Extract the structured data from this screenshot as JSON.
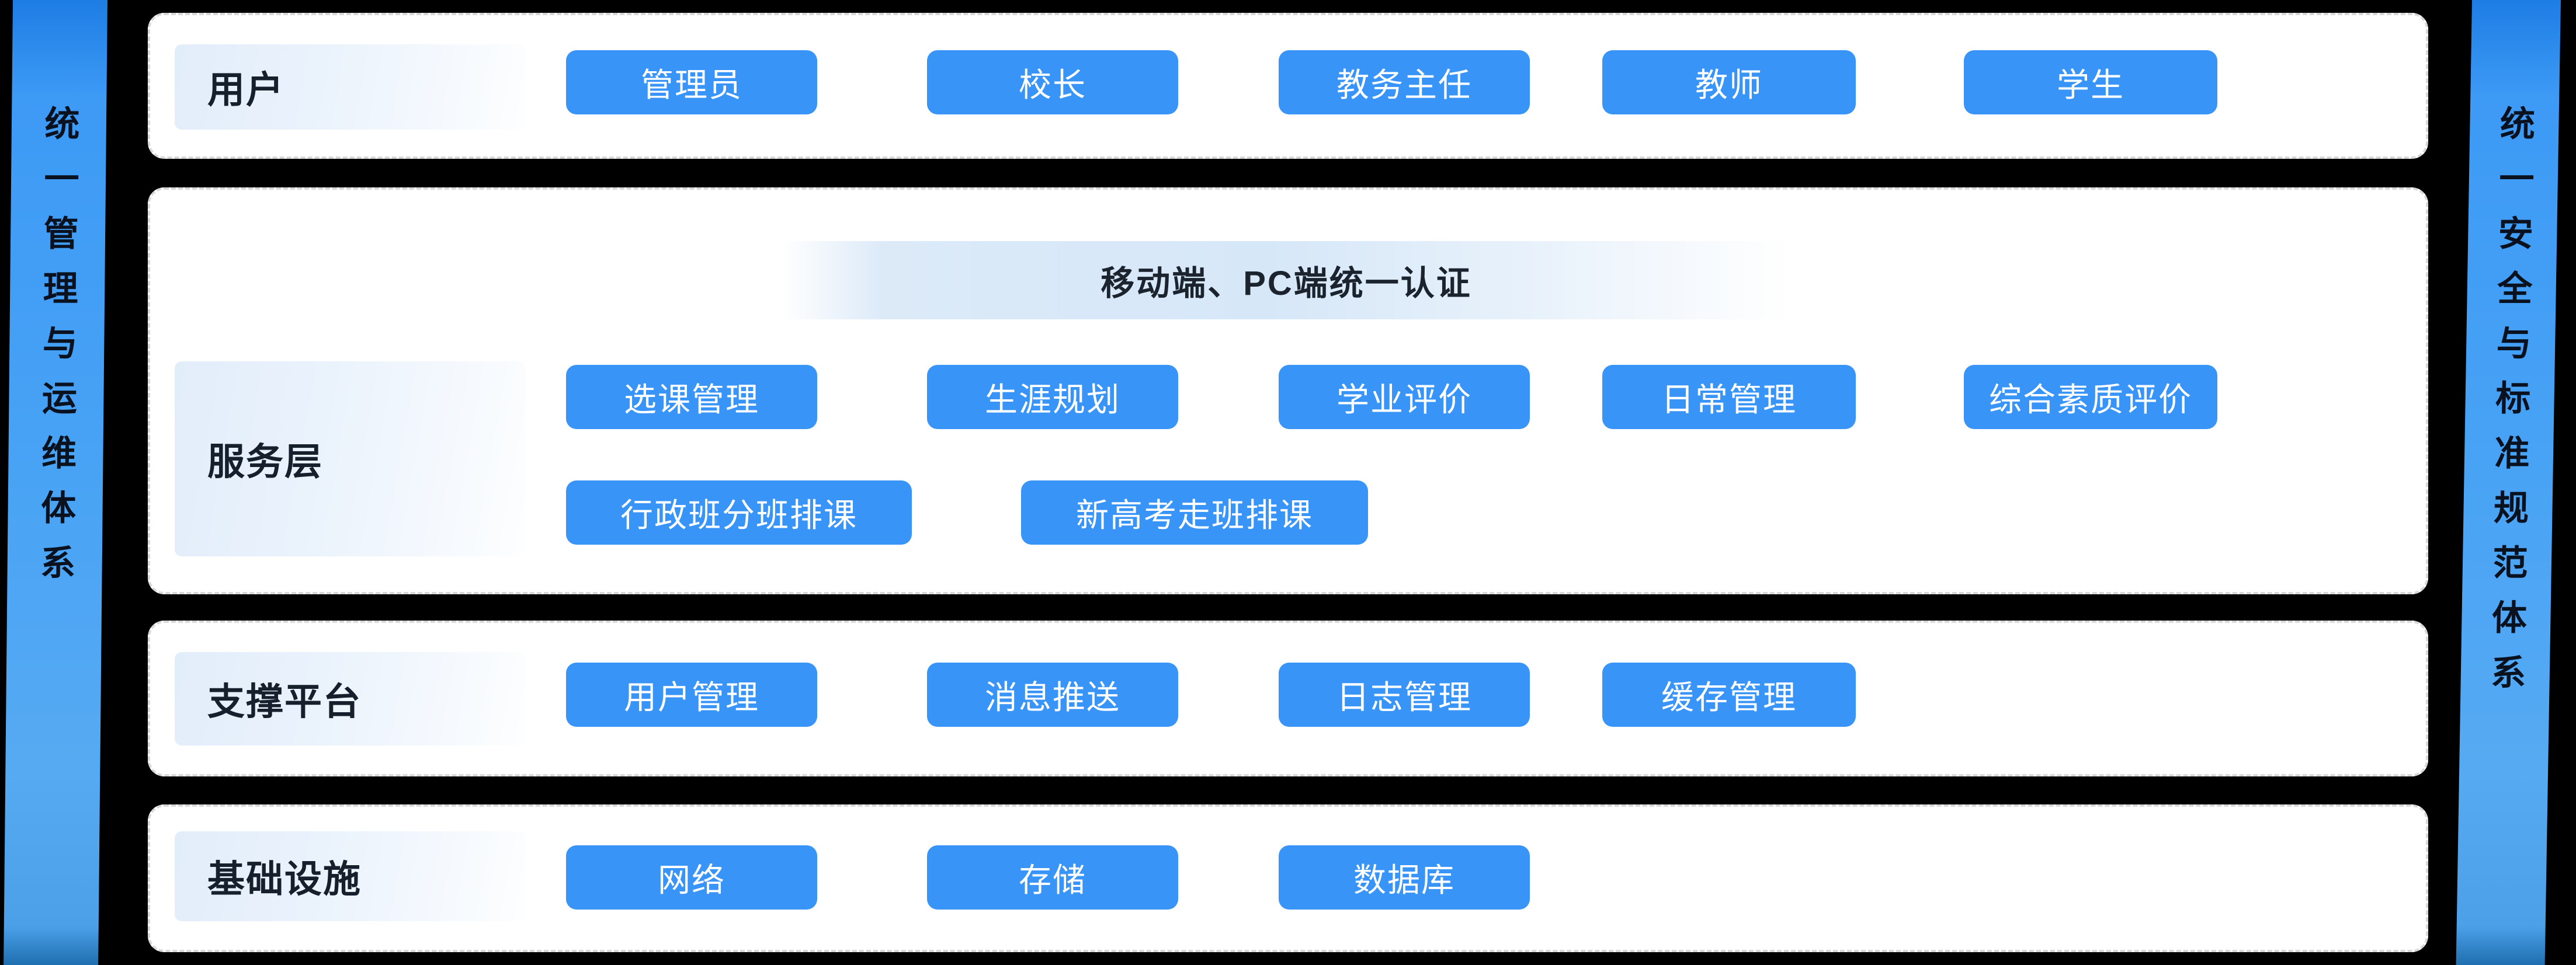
{
  "diagram": {
    "background": "#000000",
    "colors": {
      "button_blue": "#3894F7",
      "button_text": "#FFFFFF",
      "label_box_tint": "#E3EEFB",
      "ribbon_blue_top": "#1E7DE4",
      "ribbon_blue_bottom": "#56AAF2",
      "ribbon_text": "#0A1220"
    },
    "left_ribbon": {
      "text": "统一管理与运维体系"
    },
    "right_ribbon": {
      "text": "统一安全与标准规范体系"
    },
    "rows": {
      "users": {
        "label": "用户",
        "buttons": [
          "管理员",
          "校长",
          "教务主任",
          "教师",
          "学生"
        ]
      },
      "services": {
        "label": "服务层",
        "banner": "移动端、PC端统一认证",
        "buttons_row1": [
          "选课管理",
          "生涯规划",
          "学业评价",
          "日常管理",
          "综合素质评价"
        ],
        "buttons_row2": [
          "行政班分班排课",
          "新高考走班排课"
        ]
      },
      "support": {
        "label": "支撑平台",
        "buttons": [
          "用户管理",
          "消息推送",
          "日志管理",
          "缓存管理"
        ]
      },
      "infra": {
        "label": "基础设施",
        "buttons": [
          "网络",
          "存储",
          "数据库"
        ]
      }
    }
  }
}
